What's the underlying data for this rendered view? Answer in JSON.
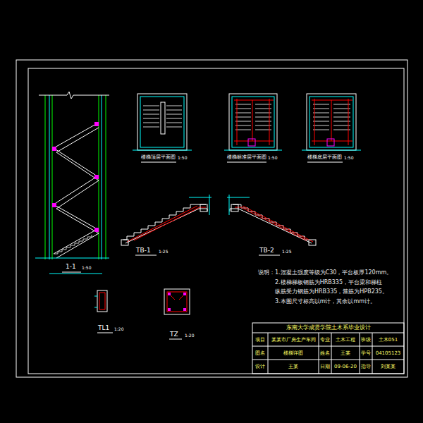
{
  "diagram": {
    "title": "东南大学成贤学院土木系毕业设计",
    "labels": [
      "1-1",
      "1:50",
      "楼梯顶层平面图",
      "1:50",
      "楼梯标准层平面图",
      "1:50",
      "楼梯底层平面图",
      "1:50",
      "TB-1",
      "1:25",
      "TB-2",
      "1:25",
      "TL1",
      "1:20",
      "TZ",
      "1:20",
      "说明：1.混凝土强度等级为C30，平台板厚120mm。",
      "2.楼梯梯板钢筋为HRB335，平台梁和梯柱",
      "纵筋受力钢筋为HRB335，箍筋为HPB235。",
      "3.本图尺寸标高以m计，其余以mm计。",
      "项目",
      "某某市厂房生产车间",
      "专业",
      "土木工程",
      "班级",
      "土木051",
      "图名",
      "楼梯详图",
      "姓名",
      "王某",
      "学号",
      "04105123",
      "设计",
      "王某",
      "日期",
      "09-06-20",
      "指导",
      "刘某某"
    ]
  }
}
